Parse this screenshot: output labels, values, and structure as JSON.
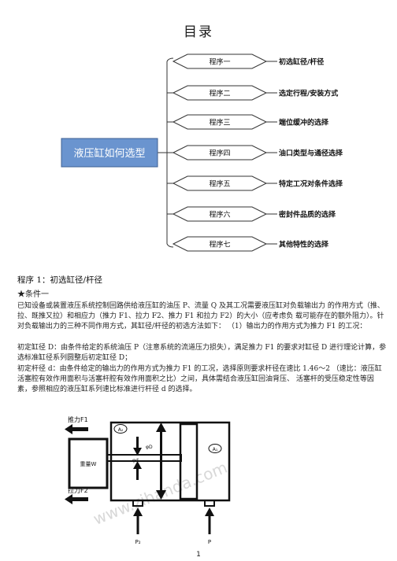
{
  "title": "目录",
  "flow": {
    "center_label": "液压缸如何选型",
    "programs": [
      {
        "label": "程序一",
        "desc": "初选缸径/杆径"
      },
      {
        "label": "程序二",
        "desc": "选定行程/安装方式"
      },
      {
        "label": "程序三",
        "desc": "端位缓冲的选择"
      },
      {
        "label": "程序四",
        "desc": "油口类型与通径选择"
      },
      {
        "label": "程序五",
        "desc": "特定工况对条件选择"
      },
      {
        "label": "程序六",
        "desc": "密封件品质的选择"
      },
      {
        "label": "程序七",
        "desc": "其他特性的选择"
      }
    ]
  },
  "section": {
    "heading": "程序 1：初选缸径/杆径",
    "condition": "★条件一",
    "para1": "已知设备或装置液压系统控制回路供给液压缸的油压 P、流量 Q 及其工况需要液压缸对负载输出力 的作用方式（推、拉、既推又拉）和相应力（推力 F1、拉力 F2、推力 F1 和拉力 F2）的大小（应考虑负 载可能存在的额外阻力）。针对负载输出力的三种不同作用方式，其缸径/杆径的初选方法如下： （1）输出力的作用方式为推力 F1 的工况：",
    "para2": "初定缸径 D：由条件给定的系统油压 P（注意系统的流道压力损失），满足推力 F1 的要求对缸径 D 进行理论计算，参选标准缸径系列圆整后初定缸径 D；",
    "para3": "初定杆径 d：由条件给定的输出力的作用方式为推力 F1 的工况，选择原则要求杆径在速比 1.46～2 （速比：液压缸活塞腔有效作用面积与活塞杆腔有效作用面积之比）之间，具体需结合液压缸回油背压、 活塞杆的受压稳定性等因素，参照相应的液压缸系列速比标准进行杆径 d 的选择。"
  },
  "diagram": {
    "push_label": "推力F1",
    "pull_label": "拉力F2",
    "load_label": "重量W",
    "a2_label": "A₂",
    "a1_label": "A₁",
    "bore_label": "φD",
    "rod_label": "φd",
    "p2_label": "P₂",
    "p_label": "P",
    "watermark": "www.zihanda.com"
  },
  "page_number": "1",
  "colors": {
    "center_box": "#6a94cf",
    "line": "#1a1a1a"
  }
}
